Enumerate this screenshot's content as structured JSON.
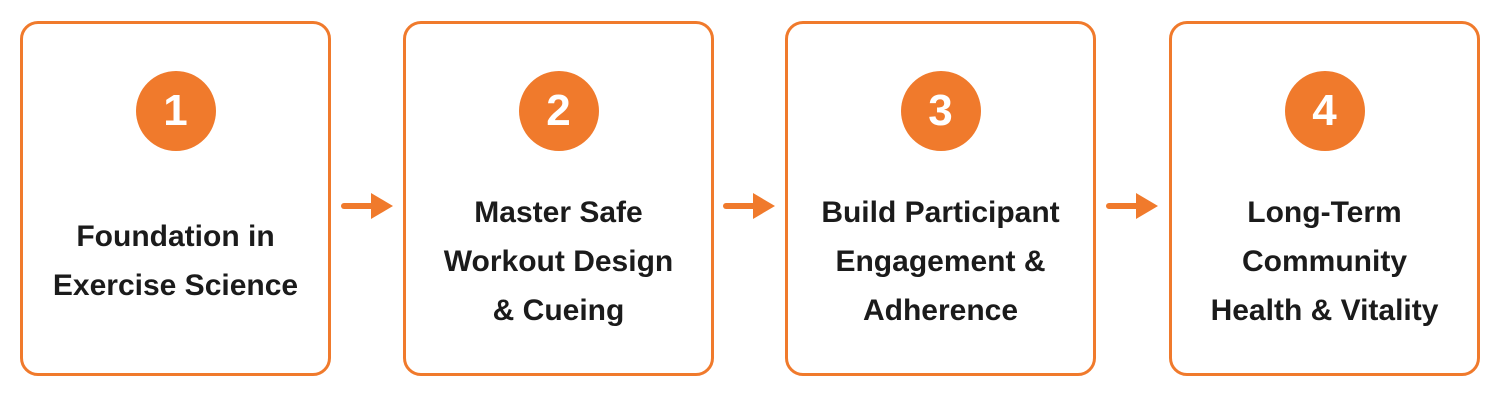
{
  "accent_color": "#f07a2c",
  "text_color": "#1b1b1b",
  "steps": [
    {
      "number": "1",
      "lines": [
        "Foundation in",
        "Exercise Science"
      ]
    },
    {
      "number": "2",
      "lines": [
        "Master Safe",
        "Workout Design",
        "& Cueing"
      ]
    },
    {
      "number": "3",
      "lines": [
        "Build Participant",
        "Engagement &",
        "Adherence"
      ]
    },
    {
      "number": "4",
      "lines": [
        "Long-Term",
        "Community",
        "Health & Vitality"
      ]
    }
  ],
  "arrow_icon": "arrow-right-icon"
}
